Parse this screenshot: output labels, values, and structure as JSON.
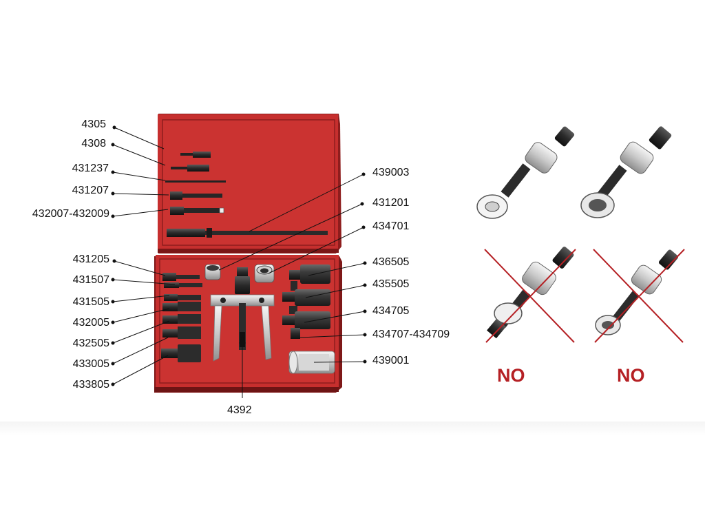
{
  "left_labels": [
    {
      "id": "4305",
      "text": "4305"
    },
    {
      "id": "4308",
      "text": "4308"
    },
    {
      "id": "431237",
      "text": "431237"
    },
    {
      "id": "431207",
      "text": "431207"
    },
    {
      "id": "432007",
      "text": "432007-432009"
    },
    {
      "id": "431205",
      "text": "431205"
    },
    {
      "id": "431507",
      "text": "431507"
    },
    {
      "id": "431505",
      "text": "431505"
    },
    {
      "id": "432005",
      "text": "432005"
    },
    {
      "id": "432505",
      "text": "432505"
    },
    {
      "id": "433005",
      "text": "433005"
    },
    {
      "id": "433805",
      "text": "433805"
    }
  ],
  "right_labels": [
    {
      "id": "439003",
      "text": "439003"
    },
    {
      "id": "431201",
      "text": "431201"
    },
    {
      "id": "434701",
      "text": "434701"
    },
    {
      "id": "436505",
      "text": "436505"
    },
    {
      "id": "435505",
      "text": "435505"
    },
    {
      "id": "434705",
      "text": "434705"
    },
    {
      "id": "434707",
      "text": "434707-434709"
    },
    {
      "id": "439001",
      "text": "439001"
    }
  ],
  "bottom_label": {
    "id": "4392",
    "text": "4392"
  },
  "no_labels": [
    "NO",
    "NO"
  ],
  "colors": {
    "case_red": "#c9302f",
    "case_dark": "#8e1d1d",
    "case_edge": "#6d1414",
    "tool_black": "#2b2b2b",
    "metal": "#d9d9d9",
    "no_red": "#b52024"
  }
}
